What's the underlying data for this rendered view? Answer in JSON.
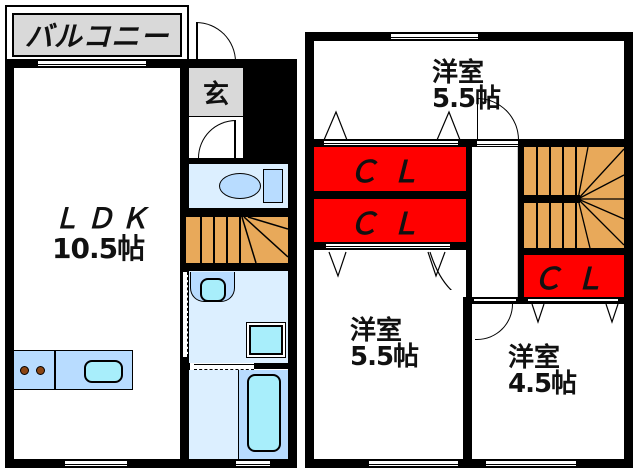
{
  "floor_plan": {
    "first_floor": {
      "balcony": {
        "label": "バルコニー",
        "color": "#d9d9d9"
      },
      "entrance": {
        "label": "玄",
        "color": "#d9d9d9"
      },
      "ldk": {
        "label": "ＬＤＫ",
        "size": "10.5帖"
      },
      "toilet": {
        "color": "#dcefff"
      },
      "washroom": {
        "color": "#dcefff"
      },
      "bathroom": {
        "color": "#dcefff"
      },
      "stairs": {
        "color": "#e8a95a"
      },
      "kitchen": {
        "stove_color": "#8b4513",
        "counter_color": "#b8dcff",
        "sink_color": "#a8eefb"
      }
    },
    "second_floor": {
      "room_top": {
        "label": "洋室",
        "size": "5.5帖"
      },
      "room_bottom_left": {
        "label": "洋室",
        "size": "5.5帖"
      },
      "room_bottom_right": {
        "label": "洋室",
        "size": "4.5帖"
      },
      "closets": [
        {
          "label": "ＣＬ"
        },
        {
          "label": "ＣＬ"
        },
        {
          "label": "ＣＬ"
        }
      ],
      "closet_color": "#ff0000",
      "stairs": {
        "color": "#e8a95a"
      }
    }
  }
}
